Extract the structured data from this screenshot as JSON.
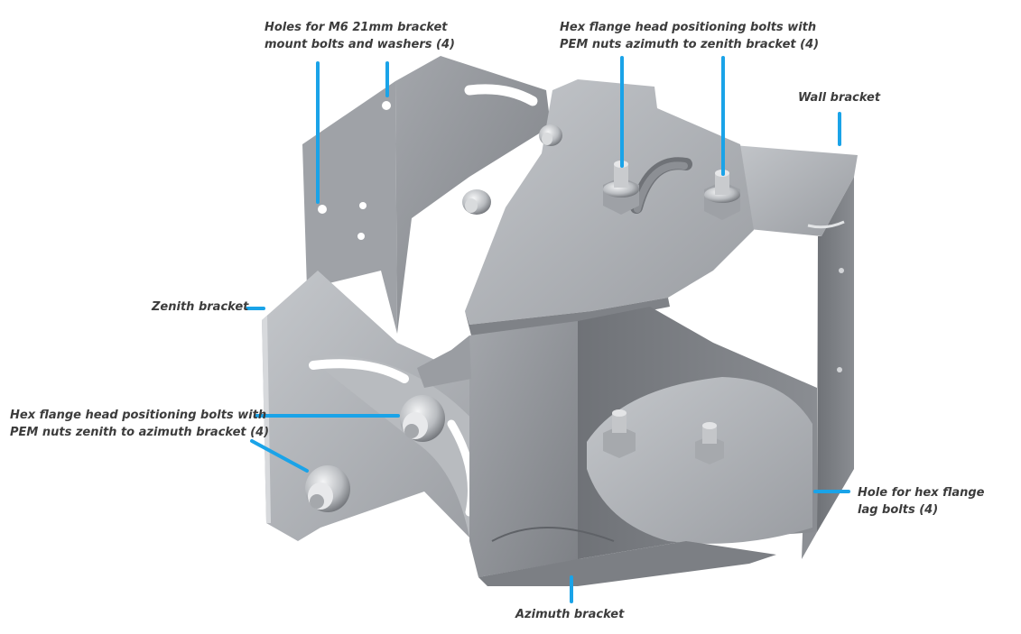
{
  "labels": {
    "holes_m6": {
      "line1": "Holes for M6 21mm bracket",
      "line2": "mount bolts and washers (4)"
    },
    "hex_azimuth_zenith": {
      "line1": "Hex flange head positioning bolts with",
      "line2": "PEM nuts azimuth to zenith bracket (4)"
    },
    "wall_bracket": "Wall bracket",
    "zenith_bracket": "Zenith bracket",
    "hex_zenith_azimuth": {
      "line1": "Hex flange head positioning bolts with",
      "line2": "PEM nuts zenith to azimuth bracket (4)"
    },
    "hole_lag": {
      "line1": "Hole for hex flange",
      "line2": "lag bolts (4)"
    },
    "azimuth_bracket": "Azimuth bracket"
  },
  "colors": {
    "leader": "#1aa3e8",
    "label_text": "#3c3c3c",
    "metal_light": "#b4b7bb",
    "metal_mid": "#8e9196",
    "metal_dark": "#5f6267"
  }
}
